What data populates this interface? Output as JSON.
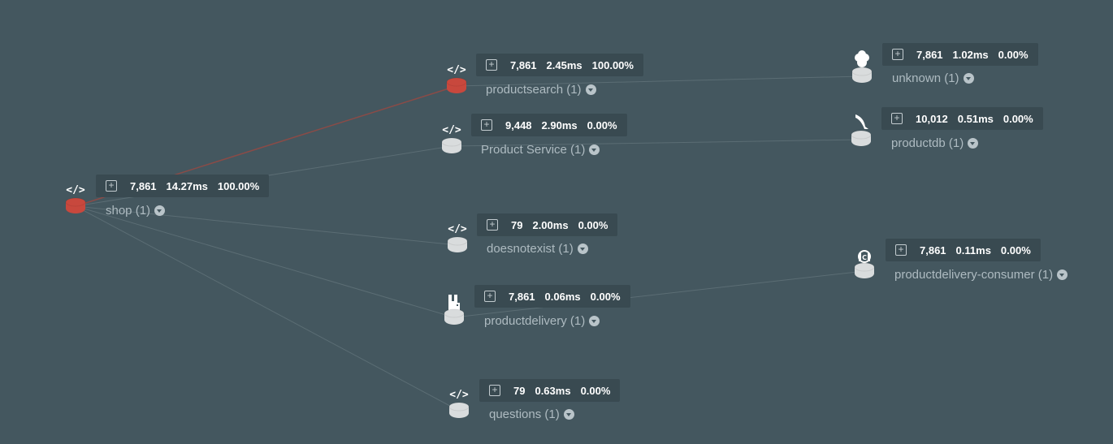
{
  "colors": {
    "background": "#44575f",
    "error_node": "#c8483d",
    "ok_node": "#d9dcdd",
    "edge": "#5b6d74",
    "error_edge": "#8a4b47",
    "stats_bg": "#394a51"
  },
  "nodes": {
    "shop": {
      "icon": "code-icon",
      "status": "error",
      "calls": "7,861",
      "latency": "14.27ms",
      "error_rate": "100.00%",
      "label": "shop (1)"
    },
    "productsearch": {
      "icon": "code-icon",
      "status": "error",
      "calls": "7,861",
      "latency": "2.45ms",
      "error_rate": "100.00%",
      "label": "productsearch (1)"
    },
    "product_service": {
      "icon": "code-icon",
      "status": "ok",
      "calls": "9,448",
      "latency": "2.90ms",
      "error_rate": "0.00%",
      "label": "Product Service (1)"
    },
    "doesnotexist": {
      "icon": "code-icon",
      "status": "ok",
      "calls": "79",
      "latency": "2.00ms",
      "error_rate": "0.00%",
      "label": "doesnotexist (1)"
    },
    "productdelivery": {
      "icon": "rabbitmq-icon",
      "status": "ok",
      "calls": "7,861",
      "latency": "0.06ms",
      "error_rate": "0.00%",
      "label": "productdelivery (1)"
    },
    "questions": {
      "icon": "code-icon",
      "status": "ok",
      "calls": "79",
      "latency": "0.63ms",
      "error_rate": "0.00%",
      "label": "questions (1)"
    },
    "unknown": {
      "icon": "unknown-service-icon",
      "status": "ok",
      "calls": "7,861",
      "latency": "1.02ms",
      "error_rate": "0.00%",
      "label": "unknown (1)"
    },
    "productdb": {
      "icon": "mysql-dolphin-icon",
      "status": "ok",
      "calls": "10,012",
      "latency": "0.51ms",
      "error_rate": "0.00%",
      "label": "productdb (1)"
    },
    "productdelivery_consumer": {
      "icon": "consumer-icon",
      "status": "ok",
      "calls": "7,861",
      "latency": "0.11ms",
      "error_rate": "0.00%",
      "label": "productdelivery-consumer (1)"
    }
  },
  "edges": [
    {
      "from": "shop",
      "to": "productsearch",
      "status": "error"
    },
    {
      "from": "shop",
      "to": "product_service",
      "status": "ok"
    },
    {
      "from": "shop",
      "to": "doesnotexist",
      "status": "ok"
    },
    {
      "from": "shop",
      "to": "productdelivery",
      "status": "ok"
    },
    {
      "from": "shop",
      "to": "questions",
      "status": "ok"
    },
    {
      "from": "productsearch",
      "to": "unknown",
      "status": "ok"
    },
    {
      "from": "product_service",
      "to": "productdb",
      "status": "ok"
    },
    {
      "from": "productdelivery",
      "to": "productdelivery_consumer",
      "status": "ok"
    }
  ]
}
